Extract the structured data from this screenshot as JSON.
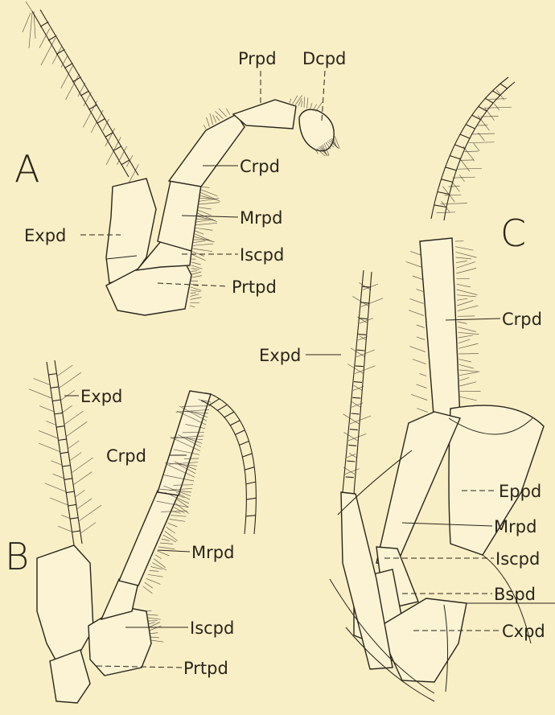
{
  "figures": {
    "A": {
      "letter": "A",
      "labels": {
        "prpd": "Prpd",
        "dcpd": "Dcpd",
        "crpd": "Crpd",
        "expd": "Expd",
        "mrpd": "Mrpd",
        "iscpd": "Iscpd",
        "prtpd": "Prtpd"
      }
    },
    "B": {
      "letter": "B",
      "labels": {
        "expd": "Expd",
        "crpd": "Crpd",
        "mrpd": "Mrpd",
        "iscpd": "Iscpd",
        "prtpd": "Prtpd"
      }
    },
    "C": {
      "letter": "C",
      "labels": {
        "crpd": "Crpd",
        "expd": "Expd",
        "eppd": "Eppd",
        "mrpd": "Mrpd",
        "iscpd": "Iscpd",
        "bspd": "Bspd",
        "cxpd": "Cxpd"
      }
    }
  }
}
